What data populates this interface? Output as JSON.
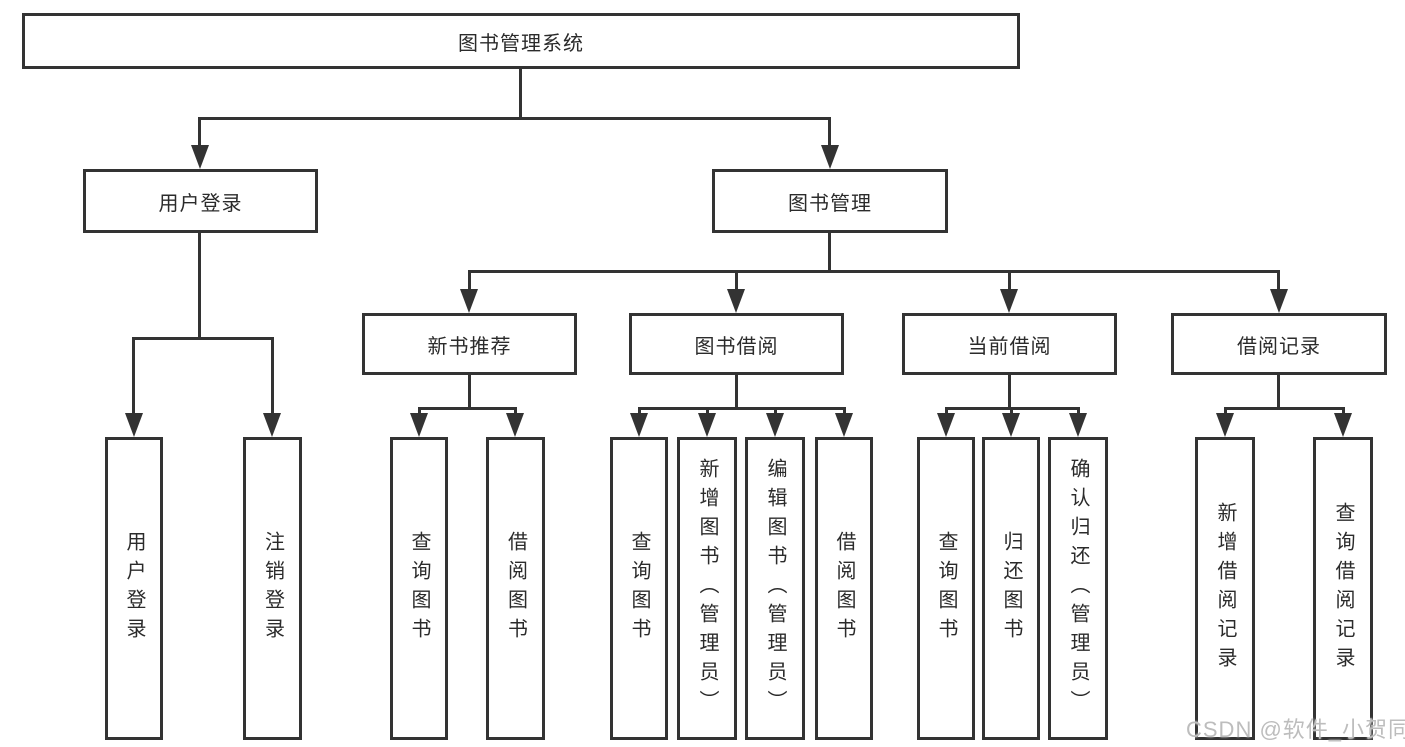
{
  "diagram": {
    "root": {
      "label": "图书管理系统",
      "children": [
        {
          "label": "用户登录",
          "children": [
            {
              "label": "用户登录"
            },
            {
              "label": "注销登录"
            }
          ]
        },
        {
          "label": "图书管理",
          "children": [
            {
              "label": "新书推荐",
              "children": [
                {
                  "label": "查询图书"
                },
                {
                  "label": "借阅图书"
                }
              ]
            },
            {
              "label": "图书借阅",
              "children": [
                {
                  "label": "查询图书"
                },
                {
                  "label": "新增图书（管理员）"
                },
                {
                  "label": "编辑图书（管理员）"
                },
                {
                  "label": "借阅图书"
                }
              ]
            },
            {
              "label": "当前借阅",
              "children": [
                {
                  "label": "查询图书"
                },
                {
                  "label": "归还图书"
                },
                {
                  "label": "确认归还（管理员）"
                }
              ]
            },
            {
              "label": "借阅记录",
              "children": [
                {
                  "label": "新增借阅记录"
                },
                {
                  "label": "查询借阅记录"
                }
              ]
            }
          ]
        }
      ]
    }
  },
  "watermark": {
    "text": "CSDN @软件_小贺同学"
  },
  "colors": {
    "line": "#333333",
    "text": "#2b2b2b",
    "watermark": "#bdbdbd",
    "background": "#ffffff"
  }
}
